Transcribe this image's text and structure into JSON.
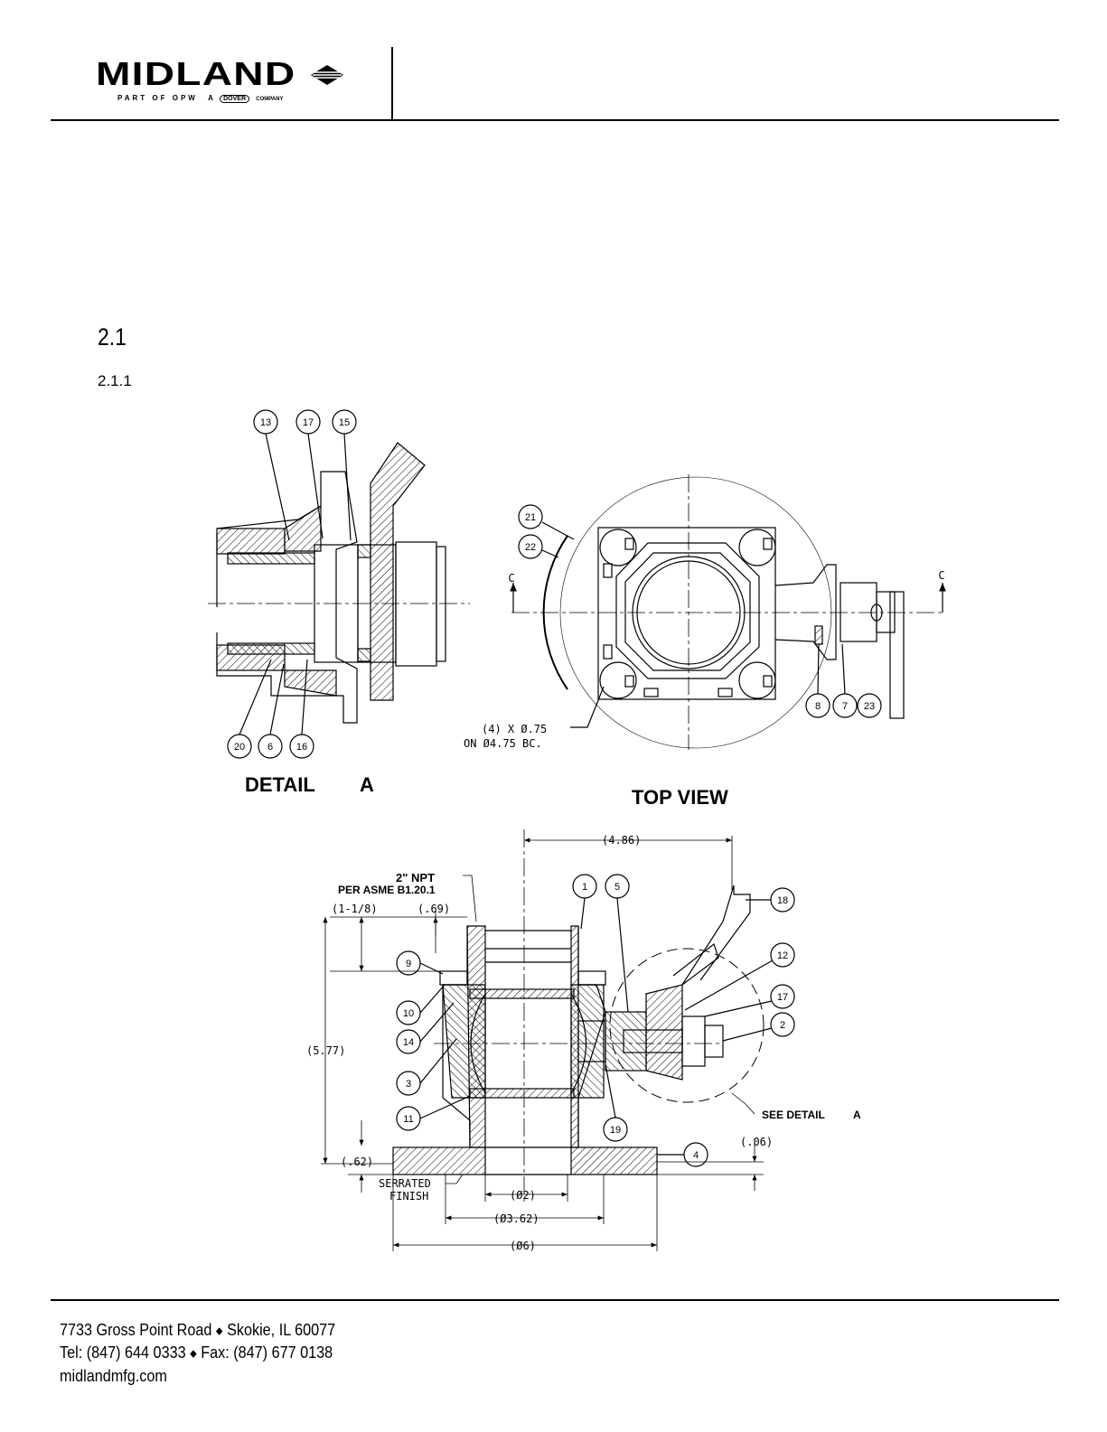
{
  "header": {
    "logo_text": "MIDLAND",
    "logo_tagline": "PART OF OPW",
    "logo_dover": "DOVER",
    "logo_company": "COMPANY",
    "logo_a": "A"
  },
  "section": {
    "number": "2.1"
  },
  "subsection": {
    "number": "2.1.1"
  },
  "detail_a": {
    "title_word": "DETAIL",
    "title_letter": "A",
    "balloons": [
      "13",
      "17",
      "15",
      "20",
      "6",
      "16"
    ]
  },
  "top_view": {
    "title": "TOP VIEW",
    "balloons": [
      "21",
      "22",
      "8",
      "7",
      "23"
    ],
    "section_mark_left": "C",
    "section_mark_right": "C",
    "hole_note_line1": "(4) X Ø.75",
    "hole_note_line2": "ON Ø4.75 BC."
  },
  "section_view": {
    "thread_note_line1": "2\" NPT",
    "thread_note_line2": "PER ASME B1.20.1",
    "dim_width": "(4.86)",
    "dim_1_1_8": "(1-1/8)",
    "dim_069": "(.69)",
    "dim_height": "(5.77)",
    "dim_062": "(.62)",
    "dim_006": "(.06)",
    "dim_d2": "(Ø2)",
    "dim_d362": "(Ø3.62)",
    "dim_d6": "(Ø6)",
    "serrated_line1": "SERRATED",
    "serrated_line2": "FINISH",
    "see_detail": "SEE DETAIL",
    "see_detail_letter": "A",
    "balloons": [
      "1",
      "5",
      "18",
      "9",
      "12",
      "17",
      "10",
      "14",
      "2",
      "3",
      "11",
      "19",
      "4"
    ]
  },
  "footer": {
    "address_street": "7733 Gross Point Road",
    "address_city": "Skokie, IL 60077",
    "tel": "Tel: (847) 644 0333",
    "fax": "Fax: (847) 677 0138",
    "website": "midlandmfg.com"
  }
}
